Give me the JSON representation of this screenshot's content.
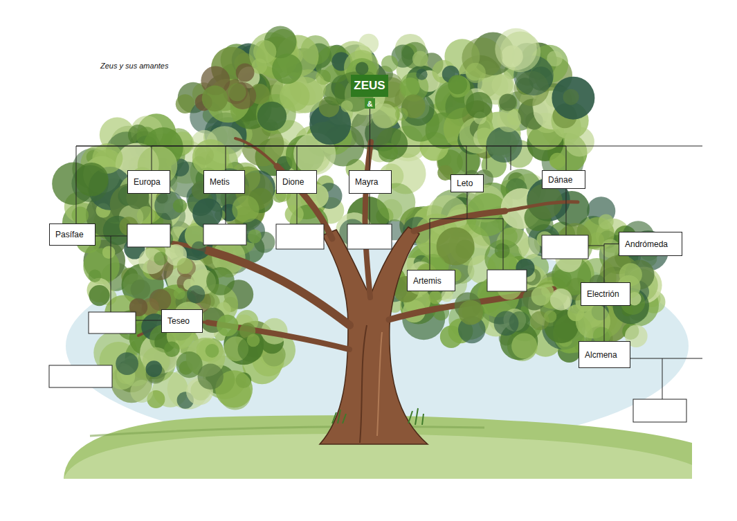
{
  "diagram": {
    "title": "Zeus y sus amantes",
    "nodes": [
      {
        "text": [
          "ZEUS"
        ]
      },
      {
        "text": [
          "&"
        ]
      },
      {
        "text": [
          "Europa"
        ]
      },
      {
        "text": [
          "Metis"
        ]
      },
      {
        "text": [
          "Dione"
        ]
      },
      {
        "text": [
          "Mayra"
        ]
      },
      {
        "text": [
          "Leto"
        ]
      },
      {
        "text": [
          "Dánae"
        ]
      },
      {
        "text": [
          "Pasífae"
        ]
      },
      {
        "text": [
          "Andrómeda"
        ]
      },
      {
        "text": [
          "Artemis"
        ]
      },
      {
        "text": [
          "Electrión"
        ]
      },
      {
        "text": [
          "Teseo"
        ]
      },
      {
        "text": [
          "Alcmena"
        ]
      }
    ],
    "edges": [
      {
        "from": 1,
        "to": 2,
        "arrow": "none"
      },
      {
        "from": 1,
        "to": 3,
        "arrow": "none"
      },
      {
        "from": 1,
        "to": 4,
        "arrow": "none"
      },
      {
        "from": 1,
        "to": 5,
        "arrow": "none"
      },
      {
        "from": 1,
        "to": 6,
        "arrow": "none"
      },
      {
        "from": 1,
        "to": 7,
        "arrow": "none"
      },
      {
        "from": 1,
        "to": 8,
        "arrow": "none"
      },
      {
        "from": 6,
        "to": 10,
        "arrow": "none"
      },
      {
        "from": 9,
        "to": 11,
        "arrow": "none"
      },
      {
        "from": 11,
        "to": 13,
        "arrow": "none"
      }
    ]
  }
}
